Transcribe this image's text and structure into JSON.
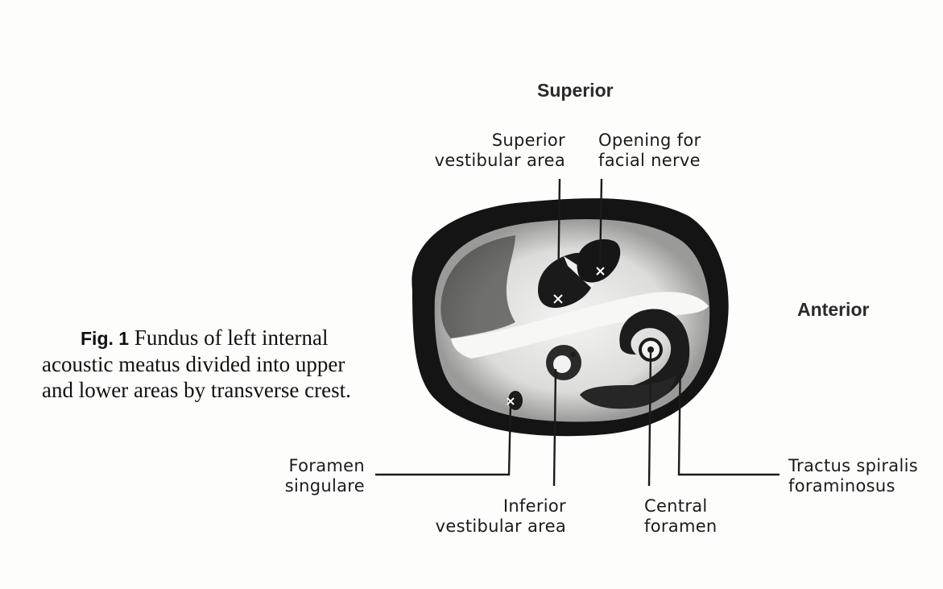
{
  "orientation": {
    "superior": "Superior",
    "anterior": "Anterior"
  },
  "caption": {
    "fig_number": "Fig. 1",
    "line1": "Fundus of left internal",
    "line2": "acoustic meatus divided into upper",
    "line3": "and lower areas by transverse crest."
  },
  "labels": {
    "superior_vestibular_area": [
      "Superior",
      "vestibular area"
    ],
    "facial_nerve_opening": [
      "Opening for",
      "facial nerve"
    ],
    "foramen_singulare": [
      "Foramen",
      "singulare"
    ],
    "inferior_vestibular_area": [
      "Inferior",
      "vestibular area"
    ],
    "central_foramen": [
      "Central",
      "foramen"
    ],
    "tractus_spiralis": [
      "Tractus spiralis",
      "foraminosus"
    ]
  },
  "colors": {
    "ink": "#1b1b1b",
    "dark_fill": "#151515",
    "paper": "#fdfdfc"
  }
}
